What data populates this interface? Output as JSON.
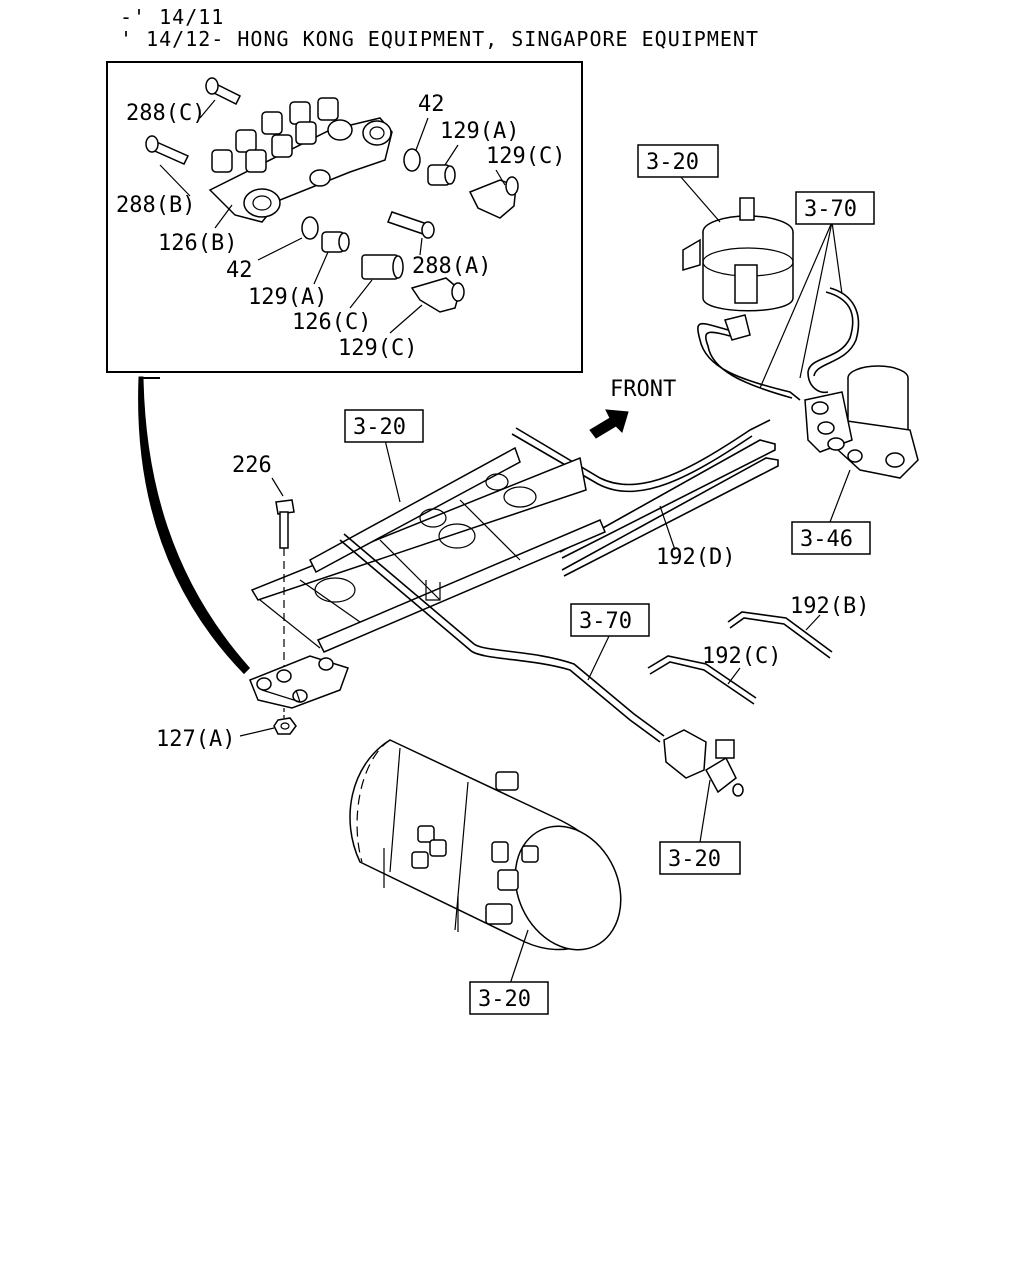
{
  "header": {
    "line1": "-' 14/11",
    "line2": "' 14/12-  HONG KONG EQUIPMENT, SINGAPORE EQUIPMENT"
  },
  "direction_label": "FRONT",
  "callouts": {
    "p288c": "288(C)",
    "p288b": "288(B)",
    "p126b": "126(B)",
    "p42a": "42",
    "p42b": "42",
    "p129a_1": "129(A)",
    "p129c_1": "129(C)",
    "p288a": "288(A)",
    "p129a_2": "129(A)",
    "p126c": "126(C)",
    "p129c_2": "129(C)",
    "p226": "226",
    "p127a": "127(A)",
    "p192d": "192(D)",
    "p192b": "192(B)",
    "p192c": "192(C)"
  },
  "references": {
    "ref_3_20_top": "3-20",
    "ref_3_70_top": "3-70",
    "ref_3_20_frame": "3-20",
    "ref_3_46": "3-46",
    "ref_3_70_mid": "3-70",
    "ref_3_20_valve": "3-20",
    "ref_3_20_tank": "3-20"
  }
}
